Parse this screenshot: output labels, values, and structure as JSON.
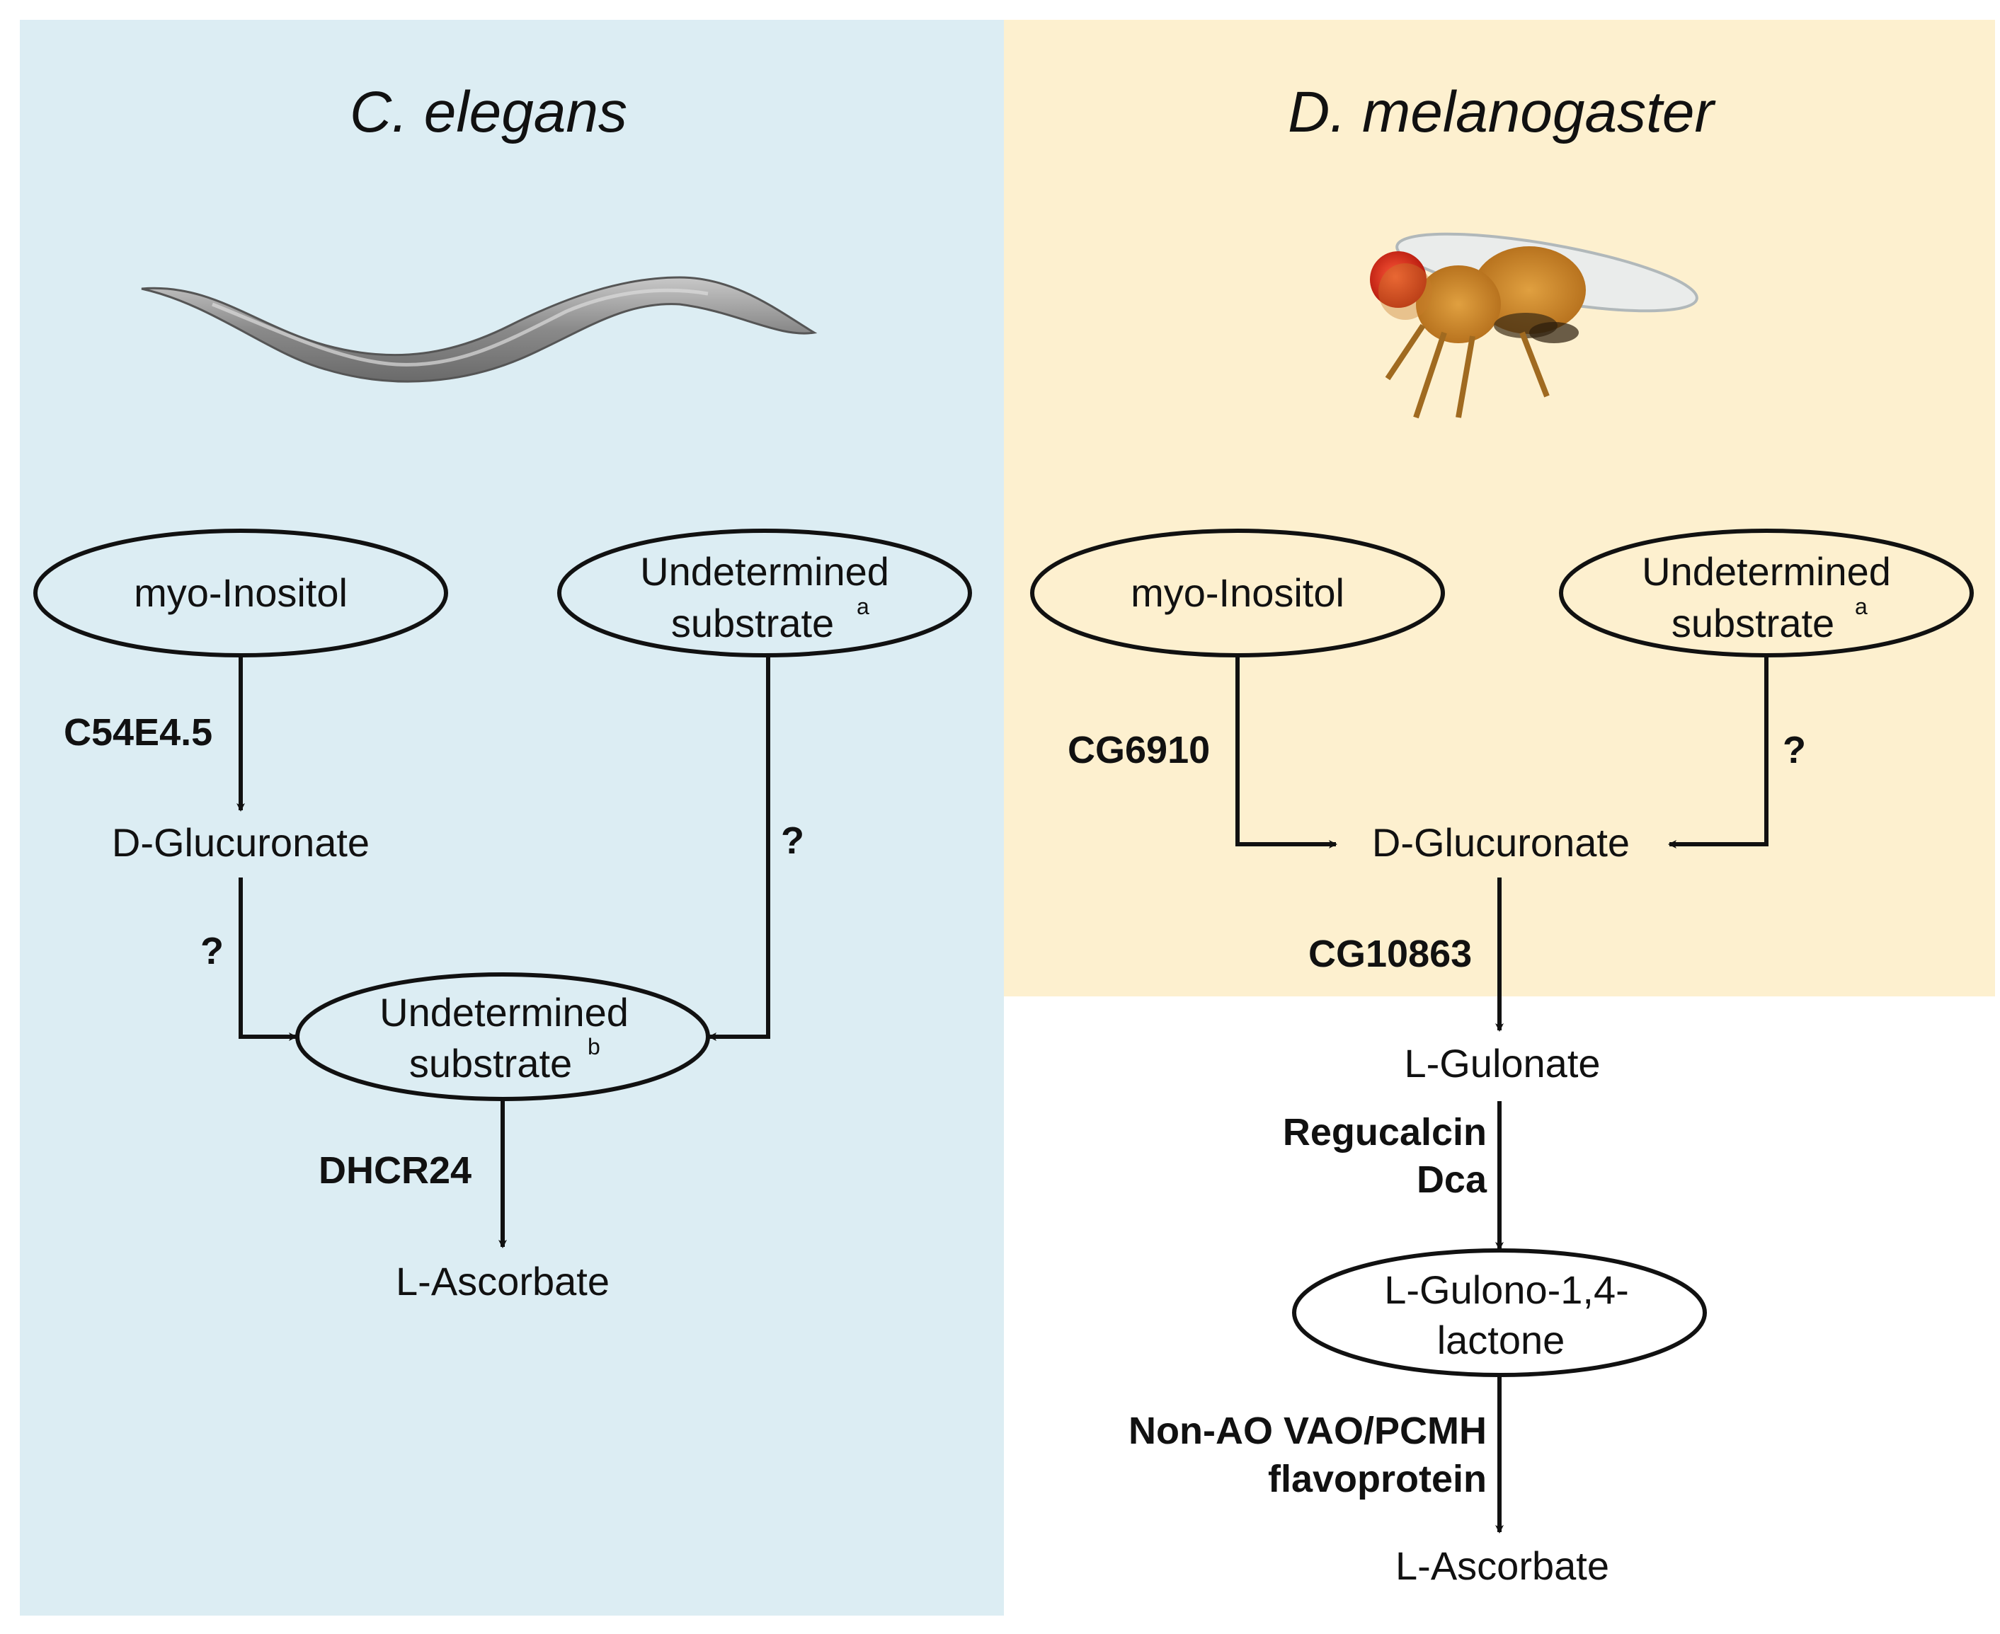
{
  "colors": {
    "left_panel_bg": "#dcedf3",
    "right_panel_bg": "#fdf0cf",
    "line": "#111111"
  },
  "left": {
    "title": "C. elegans",
    "organism_image": "nematode-worm",
    "node_myo_inositol": "myo-Inositol",
    "node_undetermined_a_line1": "Undetermined",
    "node_undetermined_a_line2": "substrate",
    "node_undetermined_a_sup": "a",
    "node_d_glucuronate": "D-Glucuronate",
    "node_undetermined_b_line1": "Undetermined",
    "node_undetermined_b_line2": "substrate",
    "node_undetermined_b_sup": "b",
    "node_l_ascorbate": "L-Ascorbate",
    "enzyme_c54e4_5": "C54E4.5",
    "enzyme_q1": "?",
    "enzyme_q2": "?",
    "enzyme_dhcr24": "DHCR24"
  },
  "right": {
    "title": "D. melanogaster",
    "organism_image": "fruit-fly",
    "node_myo_inositol": "myo-Inositol",
    "node_undetermined_a_line1": "Undetermined",
    "node_undetermined_a_line2": "substrate",
    "node_undetermined_a_sup": "a",
    "node_d_glucuronate": "D-Glucuronate",
    "node_l_gulonate": "L-Gulonate",
    "node_l_gulono_line1": "L-Gulono-1,4-",
    "node_l_gulono_line2": "lactone",
    "node_l_ascorbate": "L-Ascorbate",
    "enzyme_cg6910": "CG6910",
    "enzyme_q": "?",
    "enzyme_cg10863": "CG10863",
    "enzyme_regucalcin": "Regucalcin",
    "enzyme_dca": "Dca",
    "enzyme_nonao_line1": "Non-AO VAO/PCMH",
    "enzyme_nonao_line2": "flavoprotein"
  }
}
